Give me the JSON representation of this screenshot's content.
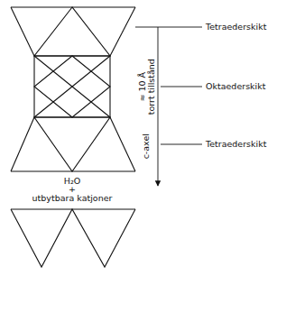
{
  "diagram": {
    "labels": [
      "Tetraederskikt",
      "≈ 10 Å",
      "torrt tillstånd",
      "Oktaederskikt",
      "c-axel",
      "Tetraederskikt",
      "H₂O",
      "+",
      "utbytbara katjoner"
    ]
  }
}
